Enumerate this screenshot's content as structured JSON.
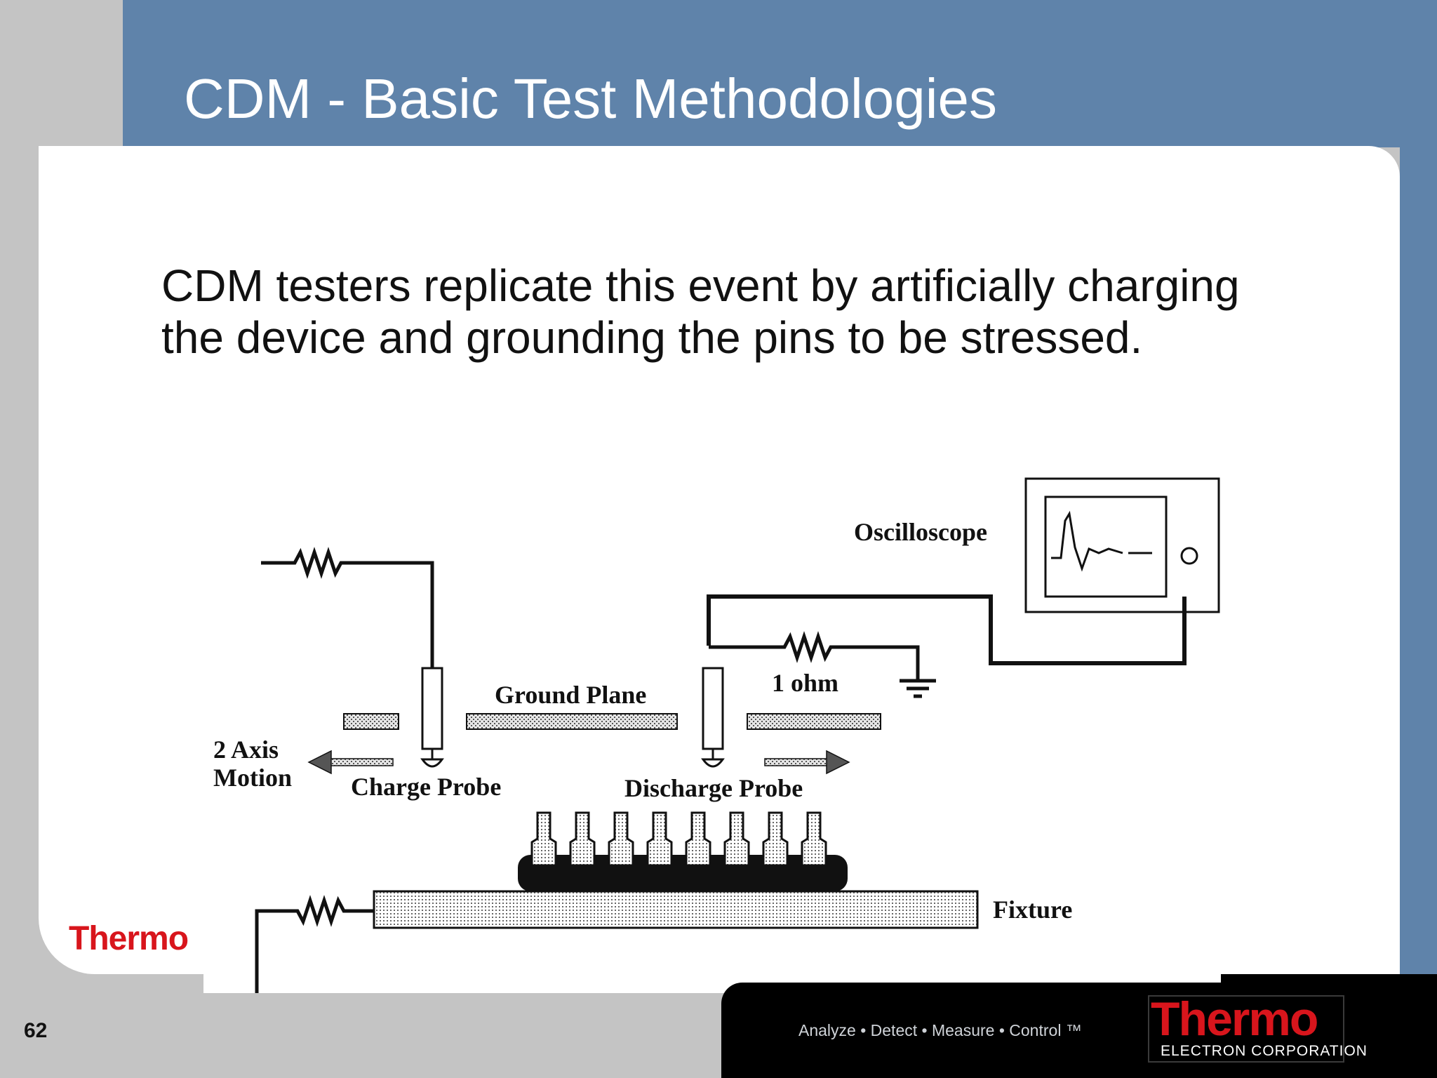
{
  "slide": {
    "title": "CDM - Basic Test Methodologies",
    "body_lines": [
      "CDM testers replicate this event by artificially charging",
      "the device and grounding the pins to be stressed."
    ],
    "page_number": "62"
  },
  "diagram": {
    "labels": {
      "oscilloscope": "Oscilloscope",
      "one_ohm": "1 ohm",
      "ground_plane": "Ground Plane",
      "axis_motion_line1": "2 Axis",
      "axis_motion_line2": "Motion",
      "charge_probe": "Charge Probe",
      "discharge_probe": "Discharge Probe",
      "fixture": "Fixture"
    }
  },
  "branding": {
    "small_logo": "Thermo",
    "tagline": "Analyze • Detect • Measure • Control ™",
    "logo_main": "Thermo",
    "logo_sub": "ELECTRON CORPORATION"
  },
  "colors": {
    "header_blue": "#5f83aa",
    "brand_red": "#d8151c",
    "footer_black": "#000000"
  }
}
